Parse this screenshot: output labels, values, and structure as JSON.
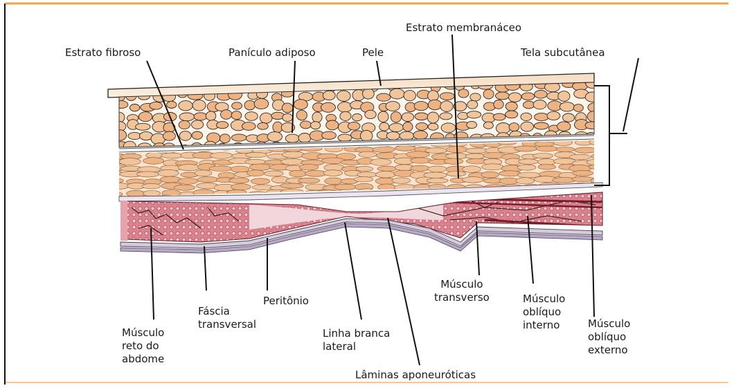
{
  "labels": {
    "estrato_fibroso": "Estrato fibroso",
    "paniculo_adiposo": "Panículo adiposo",
    "pele": "Pele",
    "estrato_membranaceo": "Estrato membranáceo",
    "tela_subcutanea": "Tela subcutânea",
    "musculo_reto": "Músculo\nreto do\nabdome",
    "fascia_transversal": "Fáscia\ntransversal",
    "peritonio": "Peritônio",
    "linha_branca": "Linha branca\nlateral",
    "laminas": "Lâminas aponeuróticas",
    "musculo_transverso": "Músculo\ntransverso",
    "obliquo_interno": "Músculo\noblíquo\ninterno",
    "obliquo_externo": "Músculo\noblíquo\nexterno"
  },
  "colors": {
    "frame": "#f0a340",
    "skin": "#f8e6cf",
    "fat": "#f2c49a",
    "fat_alt": "#eeb383",
    "muscle": "#c55e6c",
    "muscle_light": "#e9b9c0",
    "peritoneum": "#c9b8d8",
    "aponeurosis": "#f3e4ea",
    "line": "#111111"
  }
}
